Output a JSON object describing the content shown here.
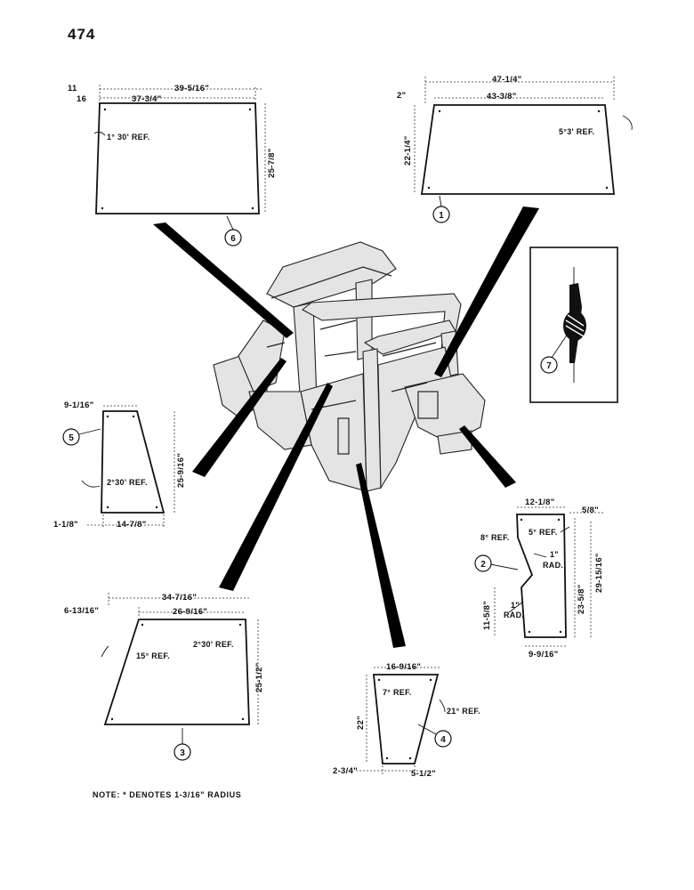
{
  "page": {
    "number": "474"
  },
  "note": "NOTE: * DENOTES 1-3/16\" RADIUS",
  "panels": {
    "p1": {
      "callout": "1",
      "dims": {
        "overall": "47-1/4\"",
        "offset": "2\"",
        "top": "43-3/8\"",
        "height": "22-1/4\""
      },
      "refs": {
        "angle": "5°3' REF."
      }
    },
    "p2": {
      "callout": "2",
      "dims": {
        "top": "12-1/8\"",
        "offset": "5/8\"",
        "bottom": "9-9/16\"",
        "lower_height": "11-5/8\"",
        "mid_height": "23-5/8\"",
        "overall_height": "29-15/16\""
      },
      "refs": {
        "left_angle": "8° REF.",
        "right_angle": "5° REF.",
        "radius_a": "1\"",
        "radius_a_label": "RAD.",
        "radius_b": "1\"",
        "radius_b_label": "RAD."
      }
    },
    "p3": {
      "callout": "3",
      "dims": {
        "overall": "34-7/16\"",
        "offset": "6-13/16\"",
        "top": "26-9/16\"",
        "height": "25-1/2\""
      },
      "refs": {
        "left_angle": "15° REF.",
        "right_angle": "2°30' REF."
      }
    },
    "p4": {
      "callout": "4",
      "dims": {
        "top": "16-9/16\"",
        "height": "22\"",
        "offset": "2-3/4\"",
        "bottom": "5-1/2\""
      },
      "refs": {
        "top_angle": "7° REF.",
        "side_angle": "21° REF."
      }
    },
    "p5": {
      "callout": "5",
      "dims": {
        "top": "9-1/16\"",
        "height": "25-9/16\"",
        "offset": "1-1/8\"",
        "bottom": "14-7/8\""
      },
      "refs": {
        "angle": "2°30' REF."
      }
    },
    "p6": {
      "callout": "6",
      "dims": {
        "offset_a": "11",
        "offset_b": "16",
        "overall": "39-5/16\"",
        "top": "37-3/4\"",
        "height": "25-7/8\""
      },
      "refs": {
        "angle": "1° 30' REF."
      }
    },
    "p7": {
      "callout": "7"
    }
  }
}
